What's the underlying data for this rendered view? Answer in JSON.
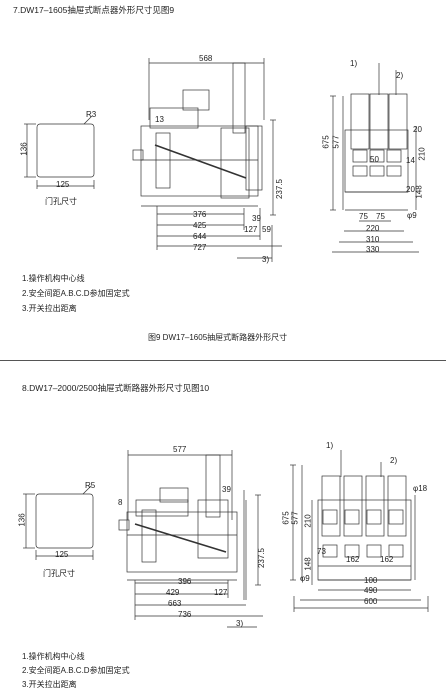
{
  "section7": {
    "heading": "7.DW17–1605抽屉式断点器外形尺寸见图9",
    "hole": {
      "label": "门孔尺寸",
      "width": "125",
      "height": "136",
      "radius": "R3"
    },
    "front_dims": {
      "overall": "568",
      "d13": "13",
      "d376": "376",
      "d425": "425",
      "d644": "644",
      "d727": "727",
      "d39": "39",
      "d127": "127",
      "d59": "59",
      "d237": "237.5"
    },
    "side_dims": {
      "d675": "675",
      "d577": "577",
      "d20a": "20",
      "d210": "210",
      "d14": "14",
      "d20b": "20",
      "d148": "148",
      "d75a": "75",
      "d75b": "75",
      "d9": "φ9",
      "d220": "220",
      "d310": "310",
      "d330": "330",
      "d50": "50"
    },
    "callouts": [
      "1)",
      "2)",
      "3)"
    ],
    "notes": [
      "1.操作机构中心线",
      "2.安全间距A.B.C.D参加固定式",
      "3.开关拉出距离"
    ],
    "caption": "图9  DW17–1605抽屉式断路器外形尺寸"
  },
  "section8": {
    "heading": "8.DW17–2000/2500抽屉式断路器外形尺寸见图10",
    "hole": {
      "label": "门孔尺寸",
      "width": "125",
      "height": "136",
      "radius": "R5"
    },
    "front_dims": {
      "overall": "577",
      "d8": "8",
      "d39": "39",
      "d396": "396",
      "d429": "429",
      "d127": "127",
      "d663": "663",
      "d736": "736",
      "d237": "237.5"
    },
    "side_dims": {
      "d675": "675",
      "d577": "577",
      "d210": "210",
      "d148": "148",
      "d73": "73",
      "d162a": "162",
      "d162b": "162",
      "d100": "100",
      "d490": "490",
      "d600": "600",
      "d18": "φ18",
      "d9": "φ9"
    },
    "callouts": [
      "1)",
      "2)",
      "3)"
    ],
    "notes": [
      "1.操作机构中心线",
      "2.安全间距A.B.C.D参加固定式",
      "3.开关拉出距离"
    ]
  }
}
